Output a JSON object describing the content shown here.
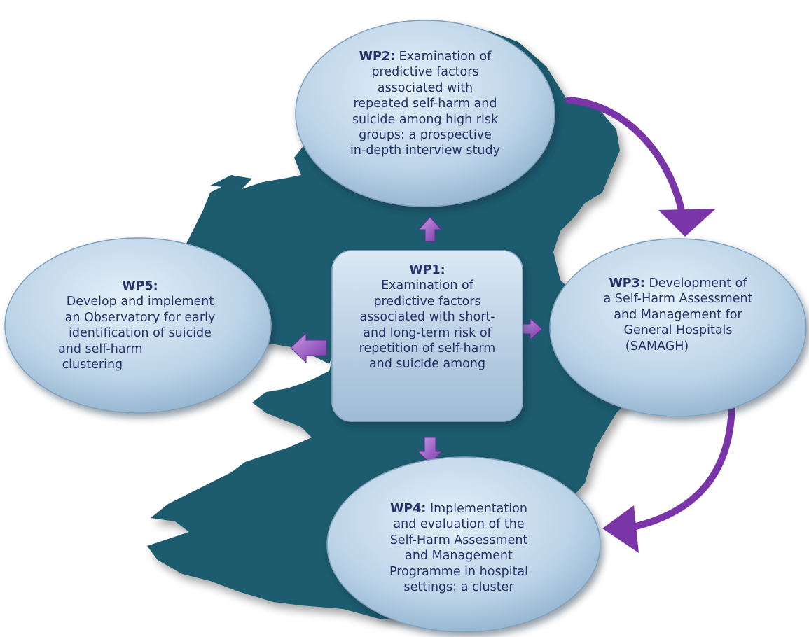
{
  "colors": {
    "map": "#1f5b6e",
    "node_light": "#dbeaf6",
    "node_dark": "#8fb0cc",
    "arrow_purple": "#7a36a8",
    "text": "#25316a"
  },
  "nodes": {
    "wp1": {
      "title": "WP1:",
      "lines": [
        "Examination of",
        "predictive factors",
        "associated with short-",
        "and long-term risk of",
        "repetition of self-harm",
        "and suicide among"
      ]
    },
    "wp2": {
      "title": "WP2:",
      "first_line_rest": " Examination of",
      "lines": [
        "predictive factors",
        "associated with",
        "repeated self-harm and",
        "suicide among high risk",
        "groups: a prospective",
        "in-depth interview study"
      ]
    },
    "wp3": {
      "title": "WP3:",
      "first_line_rest": " Development of",
      "lines": [
        "a Self-Harm Assessment",
        "and Management for",
        "General Hospitals",
        "(SAMAGH)"
      ]
    },
    "wp4": {
      "title": "WP4:",
      "first_line_rest": " Implementation",
      "lines": [
        "and evaluation of the",
        "Self-Harm Assessment",
        "and Management",
        "Programme in hospital",
        "settings: a cluster"
      ]
    },
    "wp5": {
      "title": "WP5:",
      "lines": [
        "Develop and implement",
        "an Observatory for early",
        "identification of suicide",
        "and self-harm",
        " clustering"
      ]
    }
  }
}
